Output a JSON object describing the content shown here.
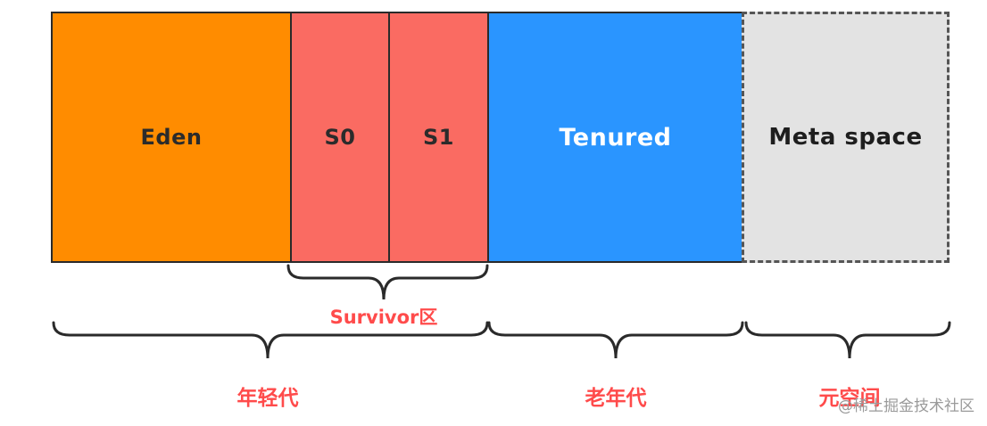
{
  "regions": {
    "eden": "Eden",
    "s0": "S0",
    "s1": "S1",
    "tenured": "Tenured",
    "meta": "Meta space"
  },
  "groups": {
    "survivor": "Survivor区",
    "young": "年轻代",
    "old": "老年代",
    "meta": "元空间"
  },
  "watermark": "@稀土掘金技术社区",
  "colors": {
    "eden": "#ff8c00",
    "survivor": "#fa6b62",
    "tenured": "#2a95ff",
    "meta": "#e3e3e3",
    "label": "#ff4b4b"
  }
}
